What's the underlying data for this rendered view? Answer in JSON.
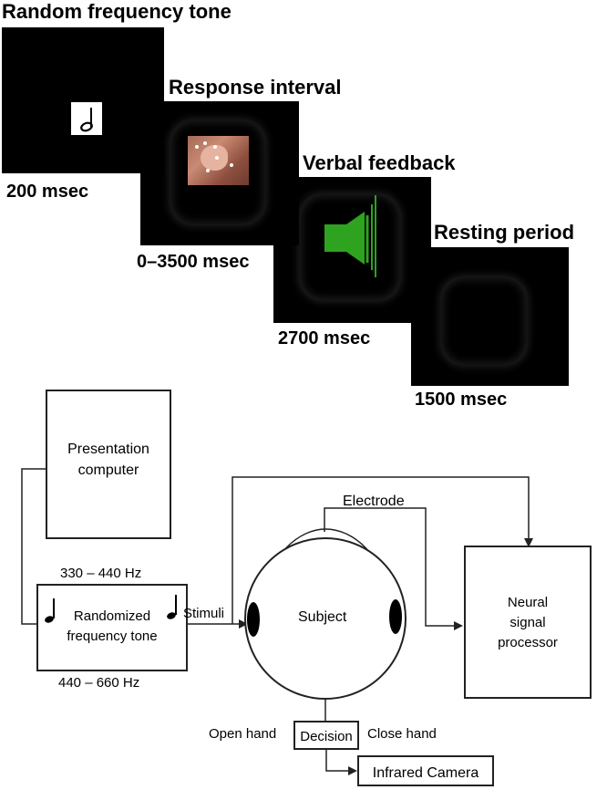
{
  "timeline": {
    "stages": [
      {
        "title": "Random frequency tone",
        "duration": "200 msec"
      },
      {
        "title": "Response interval",
        "duration": "0–3500 msec"
      },
      {
        "title": "Verbal feedback",
        "duration": "2700 msec"
      },
      {
        "title": "Resting period",
        "duration": "1500 msec"
      }
    ],
    "icons": {
      "tone": "music-note-icon",
      "response": "hand-image",
      "feedback": "speaker-icon"
    },
    "colors": {
      "panel": "#000000",
      "speaker": "#2ea31f"
    }
  },
  "setup": {
    "presentation_computer": "Presentation computer",
    "freq_high": "330 – 440 Hz",
    "freq_low": "440 – 660 Hz",
    "tone_box": "Randomized frequency tone",
    "stimuli": "Stimuli",
    "electrode": "Electrode",
    "subject": "Subject",
    "processor": "Neural signal processor",
    "open_hand": "Open hand",
    "decision": "Decision",
    "close_hand": "Close hand",
    "camera": "Infrared Camera"
  }
}
